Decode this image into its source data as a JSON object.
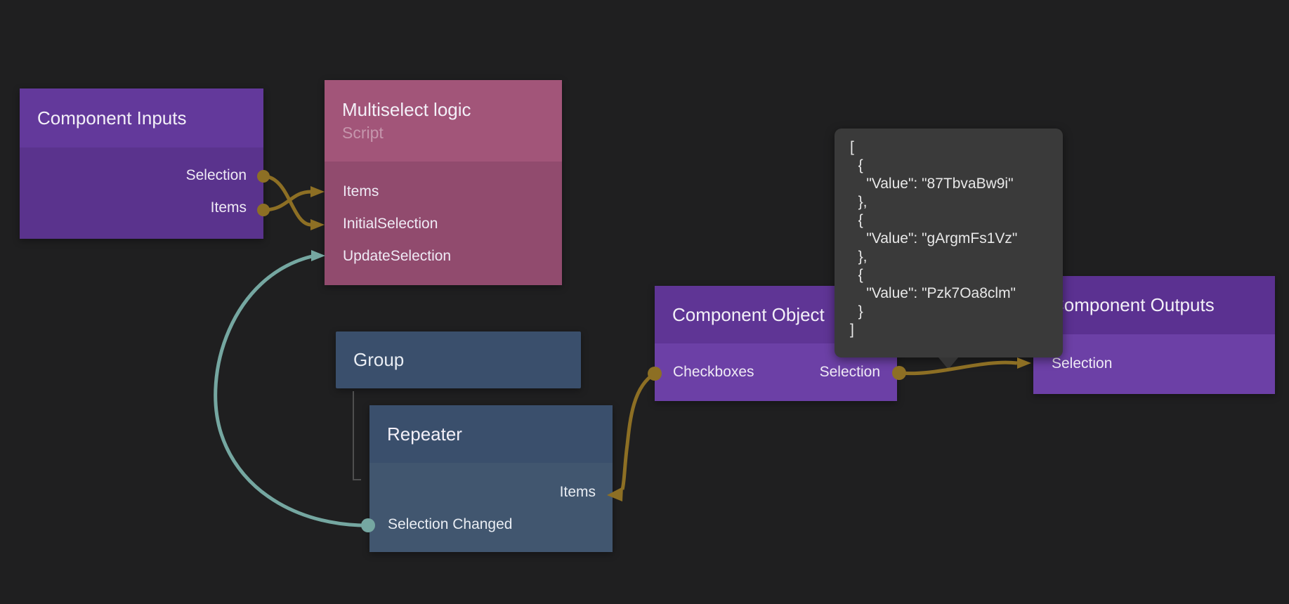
{
  "canvas": {
    "background": "#1f1f20"
  },
  "colors": {
    "connection_gold": "#8d6f24",
    "connection_teal": "#75a7a1",
    "hierarchy_line": "#4f4f4f",
    "node_purple_header": "#63399b",
    "node_purple_body": "#6c40a6",
    "node_pink_header": "#a25579",
    "node_pink_body": "#914b6e",
    "node_slate_header": "#3a4f6c",
    "node_slate_body": "#41566f",
    "tooltip_background": "#3a3a3a",
    "tooltip_text": "#e8e8e8"
  },
  "nodes": {
    "component_inputs": {
      "title": "Component Inputs",
      "ports": {
        "selection": "Selection",
        "items": "Items"
      }
    },
    "multiselect_logic": {
      "title": "Multiselect logic",
      "subtitle": "Script",
      "ports": {
        "items": "Items",
        "initial_selection": "InitialSelection",
        "update_selection": "UpdateSelection"
      }
    },
    "group": {
      "title": "Group"
    },
    "repeater": {
      "title": "Repeater",
      "ports": {
        "items": "Items",
        "selection_changed": "Selection Changed"
      }
    },
    "component_object": {
      "title": "Component Object",
      "ports": {
        "checkboxes": "Checkboxes",
        "selection": "Selection"
      }
    },
    "component_outputs": {
      "title": "Component Outputs",
      "ports": {
        "selection": "Selection"
      }
    }
  },
  "tooltip": {
    "text": "[\n  {\n    \"Value\": \"87TbvaBw9i\"\n  },\n  {\n    \"Value\": \"gArgmFs1Vz\"\n  },\n  {\n    \"Value\": \"Pzk7Oa8clm\"\n  }\n]"
  }
}
